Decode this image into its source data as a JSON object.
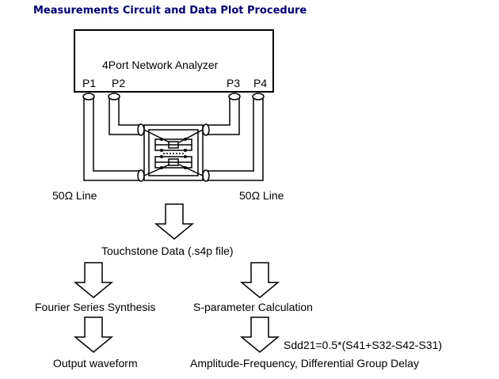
{
  "title": "Measurements Circuit and Data Plot Procedure",
  "analyzer": {
    "label": "4Port Network Analyzer",
    "ports": [
      "P1",
      "P2",
      "P3",
      "P4"
    ]
  },
  "lines": {
    "left": "50Ω Line",
    "right": "50Ω Line"
  },
  "steps": {
    "touchstone": "Touchstone Data (.s4p file)",
    "fourier": "Fourier Series Synthesis",
    "sparam": "S-parameter Calculation",
    "formula": "Sdd21=0.5*(S41+S32-S42-S31)",
    "output": "Output waveform",
    "amplitude": "Amplitude-Frequency, Differential Group Delay"
  }
}
